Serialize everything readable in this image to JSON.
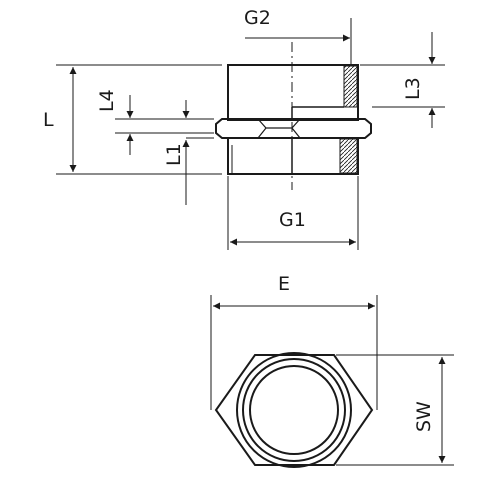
{
  "labels": {
    "g2": "G2",
    "l": "L",
    "l4": "L4",
    "l3": "L3",
    "l1": "L1",
    "g1": "G1",
    "e": "E",
    "sw": "SW"
  }
}
